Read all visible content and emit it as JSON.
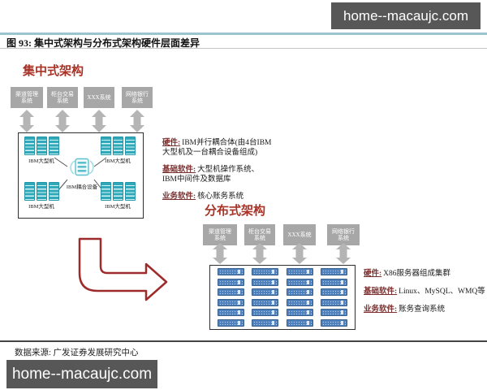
{
  "watermark": {
    "text": "home--macaujc.com"
  },
  "figure": {
    "title": "图 93:  集中式架构与分布式架构硬件层面差异",
    "source": "数据来源: 广发证券发展研究中心"
  },
  "centralized": {
    "title": "集中式架构",
    "systems": [
      {
        "line1": "渠道管理",
        "line2": "系统"
      },
      {
        "line1": "柜台交易",
        "line2": "系统"
      },
      {
        "line1": "XXX系统",
        "line2": ""
      },
      {
        "line1": "网络银行",
        "line2": "系统"
      }
    ],
    "mainframe_label": "IBM大型机",
    "coupling_label": "IBM耦合设备",
    "notes": [
      {
        "label": "硬件:",
        "text": "IBM并行耦合体(由4台IBM\n大型机及一台耦合设备组成)"
      },
      {
        "label": "基础软件:",
        "text": "大型机操作系统、\nIBM中间件及数据库"
      },
      {
        "label": "业务软件:",
        "text": "核心账务系统"
      }
    ]
  },
  "distributed": {
    "title": "分布式架构",
    "systems": [
      {
        "line1": "渠道管理",
        "line2": "系统"
      },
      {
        "line1": "柜台交易",
        "line2": "系统"
      },
      {
        "line1": "XXX系统",
        "line2": ""
      },
      {
        "line1": "网络银行",
        "line2": "系统"
      }
    ],
    "server_grid": {
      "columns": 4,
      "rows": 6
    },
    "notes": [
      {
        "label": "硬件:",
        "text": "X86服务器组成集群"
      },
      {
        "label": "基础软件:",
        "text": "Linux、MySQL、WMQ等"
      },
      {
        "label": "业务软件:",
        "text": "账务查询系统"
      }
    ]
  },
  "colors": {
    "accent_red": "#a93226",
    "note_label_maroon": "#7b3030",
    "mainframe_teal": "#2fa9ba",
    "server_blue": "#4f81bd",
    "system_box_gray": "#a7a7a7",
    "watermark_bg": "#575757",
    "header_line_teal": "#9cc4ce"
  }
}
